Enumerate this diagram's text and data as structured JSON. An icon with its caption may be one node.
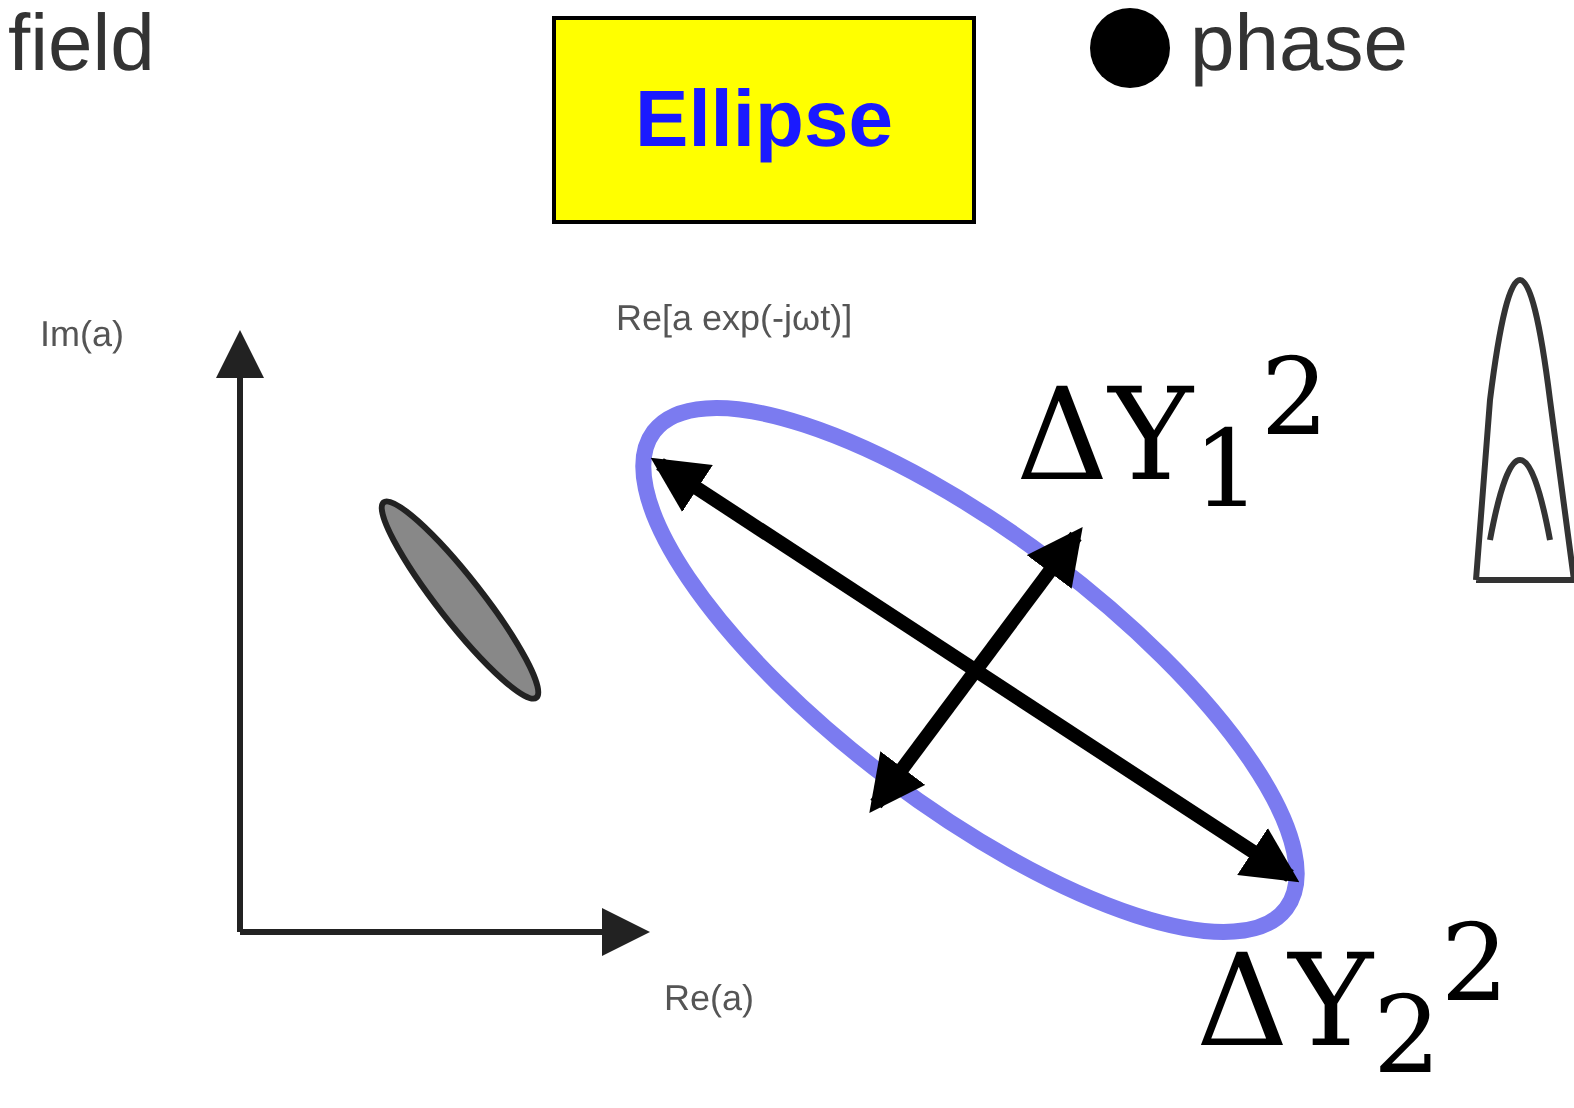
{
  "diagram": {
    "nodes": [
      {
        "text": [
          "Ellipse"
        ]
      }
    ],
    "edges": [],
    "labels": [
      "field",
      "phase",
      "Im(a)",
      "Re[a exp(-jωt)]",
      "ΔY$_{1}$$^{2}$",
      "Re(a)",
      "ΔY$_{2}$$^{2}$"
    ]
  }
}
